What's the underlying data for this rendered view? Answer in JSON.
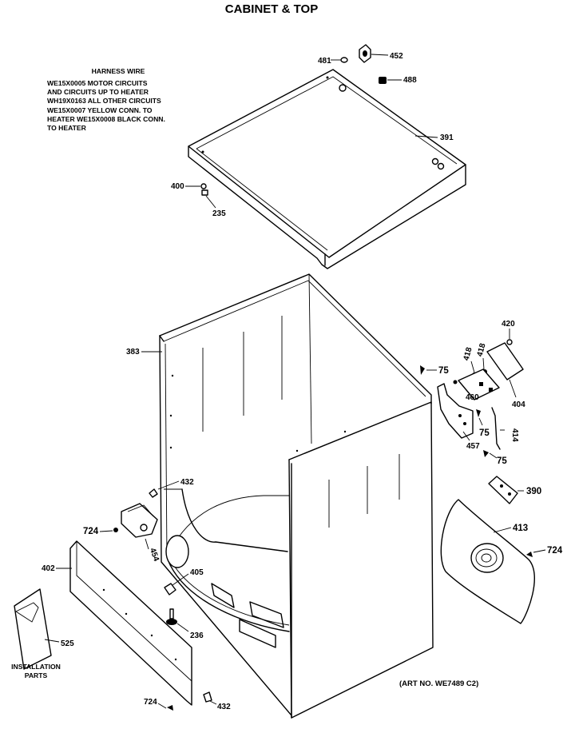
{
  "title": "CABINET & TOP",
  "harness_note": {
    "heading": "HARNESS WIRE",
    "lines": [
      "WE15X0005 MOTOR CIRCUITS",
      "AND CIRCUITS UP TO HEATER",
      "WH19X0163 ALL OTHER CIRCUITS",
      "WE15X0007 YELLOW CONN. TO",
      "HEATER WE15X0008 BLACK CONN.",
      "TO HEATER"
    ]
  },
  "callouts": {
    "p481": "481",
    "p452": "452",
    "p488": "488",
    "p391": "391",
    "p400": "400",
    "p235": "235",
    "p383": "383",
    "p75a": "75",
    "p420": "420",
    "p418a": "418",
    "p418b": "418",
    "p460": "460",
    "p75b": "75",
    "p404": "404",
    "p414": "414",
    "p457": "457",
    "p75c": "75",
    "p390": "390",
    "p432a": "432",
    "p724a": "724",
    "p454": "454",
    "p413": "413",
    "p724b": "724",
    "p402": "402",
    "p405": "405",
    "p236": "236",
    "p525": "525",
    "p724c": "724",
    "p432b": "432"
  },
  "installation_label": [
    "INSTALLATION",
    "PARTS"
  ],
  "art_number": "(ART NO. WE7489 C2)"
}
